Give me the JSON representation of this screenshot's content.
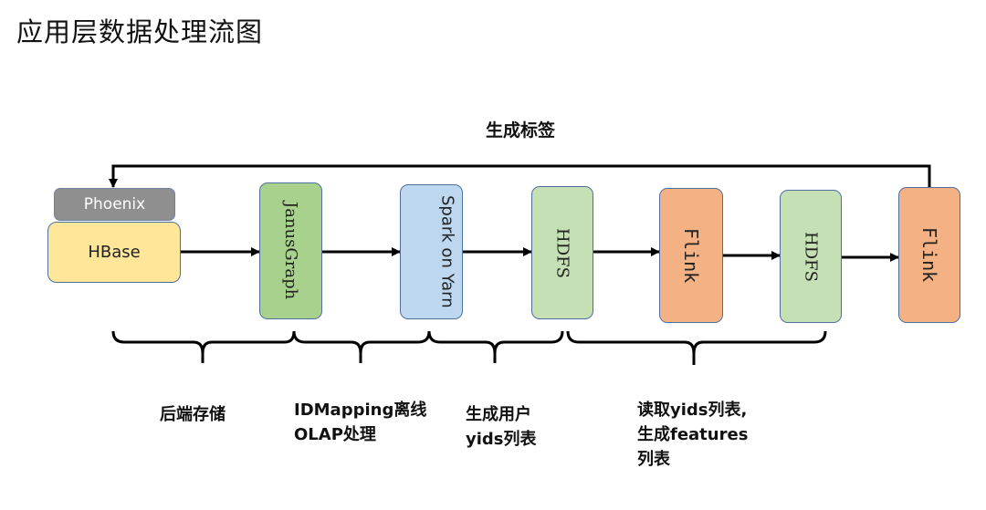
{
  "title": "应用层数据处理流图",
  "feedback_label": "生成标签",
  "nodes": {
    "phoenix": "Phoenix",
    "hbase": "HBase",
    "janusgraph": "JanusGraph",
    "spark": "Spark on Yarn",
    "hdfs1": "HDFS",
    "flink1": "Flink",
    "hdfs2": "HDFS",
    "flink2": "Flink"
  },
  "stages": [
    "后端存储",
    "IDMapping离线\nOLAP处理",
    "生成用户\nyids列表",
    "读取yids列表,\n生成features\n列表"
  ],
  "colors": {
    "phoenix": "#8f8f8f",
    "hbase": "#ffe699",
    "janusgraph": "#a9d18e",
    "spark": "#bdd7ee",
    "hdfs": "#c5e0b4",
    "flink": "#f4b183"
  }
}
